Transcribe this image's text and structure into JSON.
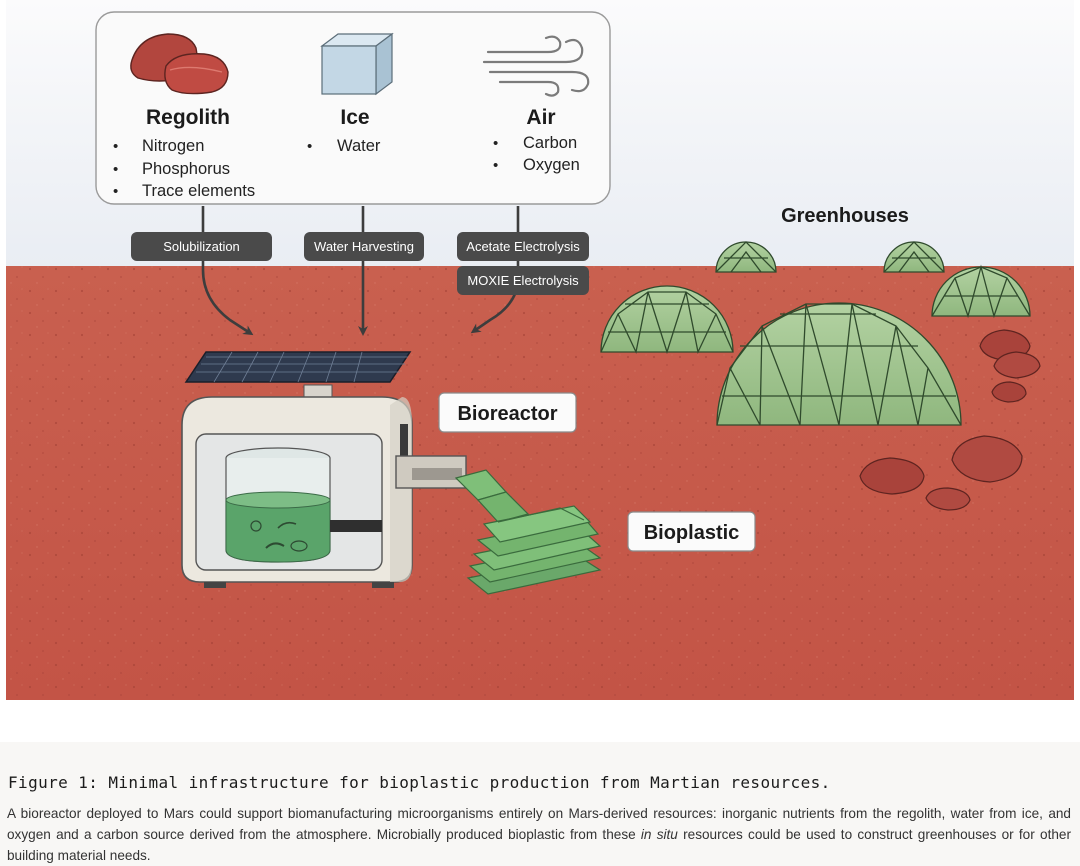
{
  "resources": [
    {
      "name": "Regolith",
      "icon": "regolith-rocks-icon",
      "items": [
        "Nitrogen",
        "Phosphorus",
        "Trace elements"
      ]
    },
    {
      "name": "Ice",
      "icon": "ice-cube-icon",
      "items": [
        "Water"
      ]
    },
    {
      "name": "Air",
      "icon": "wind-icon",
      "items": [
        "Carbon",
        "Oxygen"
      ]
    }
  ],
  "processes": {
    "regolith": "Solubilization",
    "ice": "Water Harvesting",
    "air_1": "Acetate Electrolysis",
    "air_2": "MOXIE Electrolysis"
  },
  "labels": {
    "greenhouses": "Greenhouses",
    "bioreactor": "Bioreactor",
    "bioplastic": "Bioplastic"
  },
  "caption": {
    "title": "Figure 1: Minimal infrastructure for bioplastic production from Martian resources.",
    "body_1": "A bioreactor deployed to Mars could support biomanufacturing microorganisms entirely on Mars-derived resources: inorganic nutrients from the regolith, water from ice, and oxygen and a carbon source derived from the atmosphere. Microbially produced bioplastic from these ",
    "body_italic": "in situ",
    "body_2": " resources could be used to construct greenhouses or for other building material needs."
  },
  "colors": {
    "mars_ground": "#c4574a",
    "sky": "#eef1f6",
    "greenhouse": "#9bc08a",
    "label_pill": "#4a4a4a",
    "bioplastic": "#6aa86a",
    "rock": "#a8403a"
  }
}
